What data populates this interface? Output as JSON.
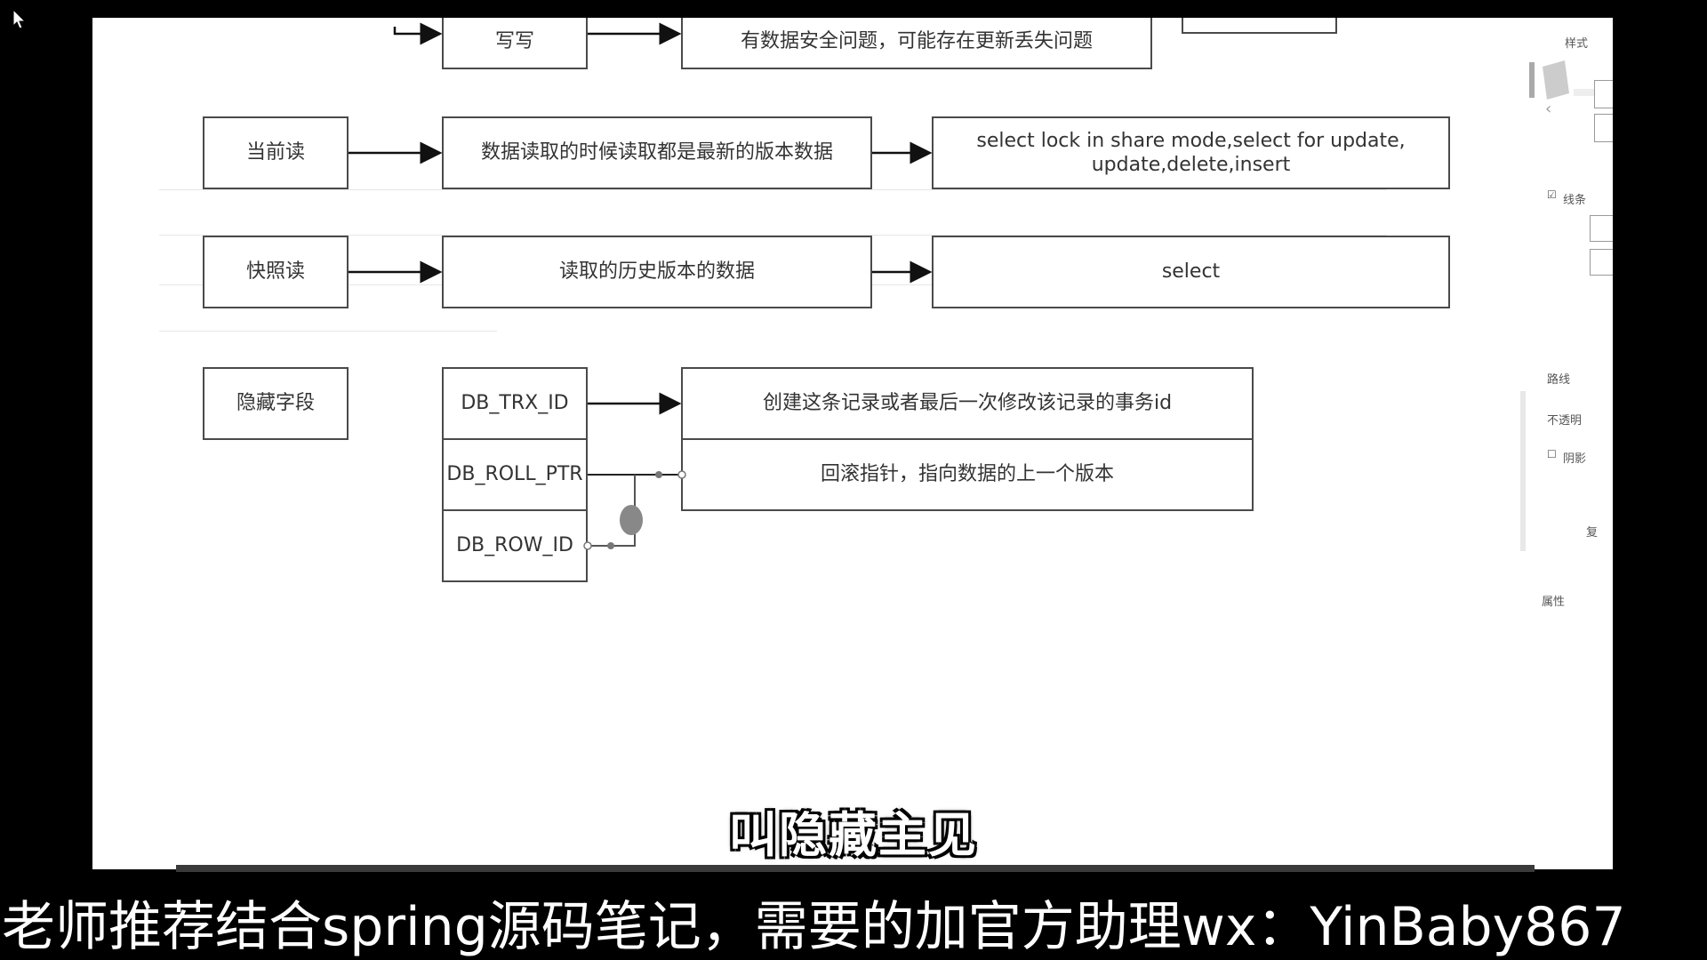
{
  "diagram": {
    "top_row": {
      "label": "写写",
      "description": "有数据安全问题，可能存在更新丢失问题"
    },
    "current_read": {
      "label": "当前读",
      "description": "数据读取的时候读取都是最新的版本数据",
      "sql": "select lock in share mode,select for update,\nupdate,delete,insert"
    },
    "snapshot_read": {
      "label": "快照读",
      "description": "读取的历史版本的数据",
      "sql": "select"
    },
    "hidden_fields": {
      "label": "隐藏字段",
      "fields": [
        "DB_TRX_ID",
        "DB_ROLL_PTR",
        "DB_ROW_ID"
      ],
      "descriptions": [
        "创建这条记录或者最后一次修改该记录的事务id",
        "回滚指针，指向数据的上一个版本"
      ]
    }
  },
  "right_panel": {
    "style_label": "样式",
    "line_label": "线条",
    "route_label": "路线",
    "opacity_label": "不透明",
    "shadow_label": "阴影",
    "copy_label": "复",
    "properties_label": "属性"
  },
  "subtitle": "叫隐藏主见",
  "ticker": "老师推荐结合spring源码笔记，需要的加官方助理wx：YinBaby867"
}
